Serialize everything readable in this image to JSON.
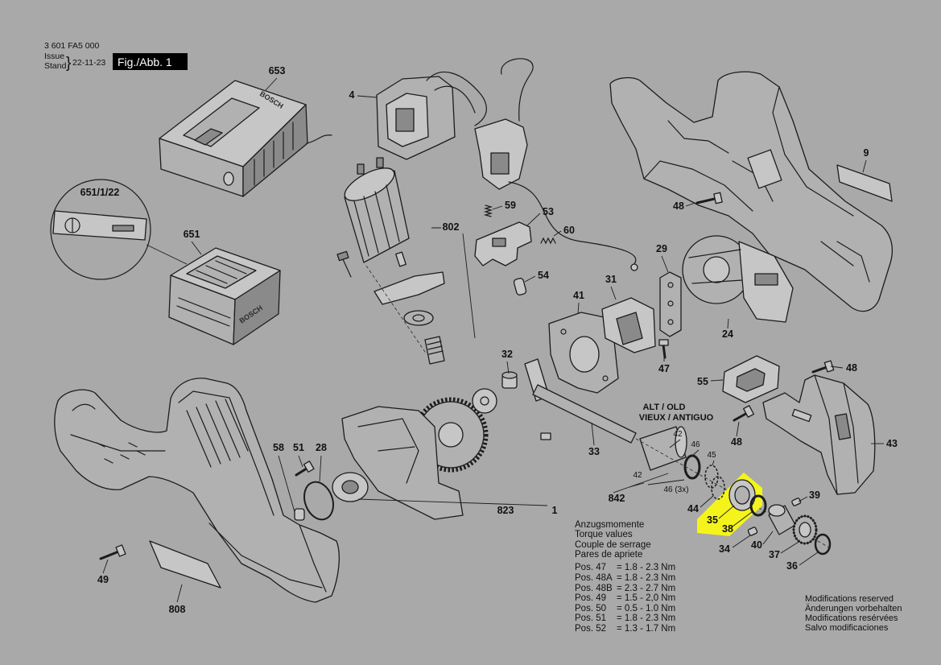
{
  "header": {
    "drawing_number": "3 601 FA5 000",
    "issue_label": "Issue",
    "stand_label": "Stand",
    "brace": "}",
    "date": "22-11-23",
    "figure": "Fig./Abb. 1"
  },
  "logos": {
    "charger": "BOSCH",
    "battery": "BOSCH"
  },
  "part_labels": [
    "653",
    "4",
    "9",
    "651/1/22",
    "651",
    "59",
    "53",
    "802",
    "60",
    "48",
    "29",
    "54",
    "41",
    "31",
    "24",
    "32",
    "47",
    "55",
    "48",
    "58",
    "51",
    "28",
    "33",
    "42",
    "46",
    "45",
    "48",
    "43",
    "842",
    "42",
    "46 (3x)",
    "823",
    "1",
    "44",
    "35",
    "38",
    "39",
    "34",
    "40",
    "37",
    "36",
    "49",
    "808"
  ],
  "old_version_note": {
    "line1": "ALT / OLD",
    "line2": "VIEUX / ANTIGUO"
  },
  "torque": {
    "headings": [
      "Anzugsmomente",
      "Torque values",
      "Couple de serrage",
      "Pares de apriete"
    ],
    "rows": [
      {
        "pos": "Pos. 47",
        "value": "= 1.8 - 2.3 Nm"
      },
      {
        "pos": "Pos. 48A",
        "value": "= 1.8 - 2.3 Nm"
      },
      {
        "pos": "Pos. 48B",
        "value": "= 2.3 - 2.7 Nm"
      },
      {
        "pos": "Pos. 49",
        "value": "= 1.5 - 2,0 Nm"
      },
      {
        "pos": "Pos. 50",
        "value": "= 0.5 - 1.0 Nm"
      },
      {
        "pos": "Pos. 51",
        "value": "= 1.8 - 2.3 Nm"
      },
      {
        "pos": "Pos. 52",
        "value": "= 1.3 - 1.7 Nm"
      }
    ]
  },
  "modifications": [
    "Modifications reserved",
    "Änderungen vorbehalten",
    "Modifications resérvées",
    "Salvo modificaciones"
  ],
  "colors": {
    "background": "#a9a9a9",
    "highlight": "#f4f41c",
    "figure_box": "#000000"
  }
}
